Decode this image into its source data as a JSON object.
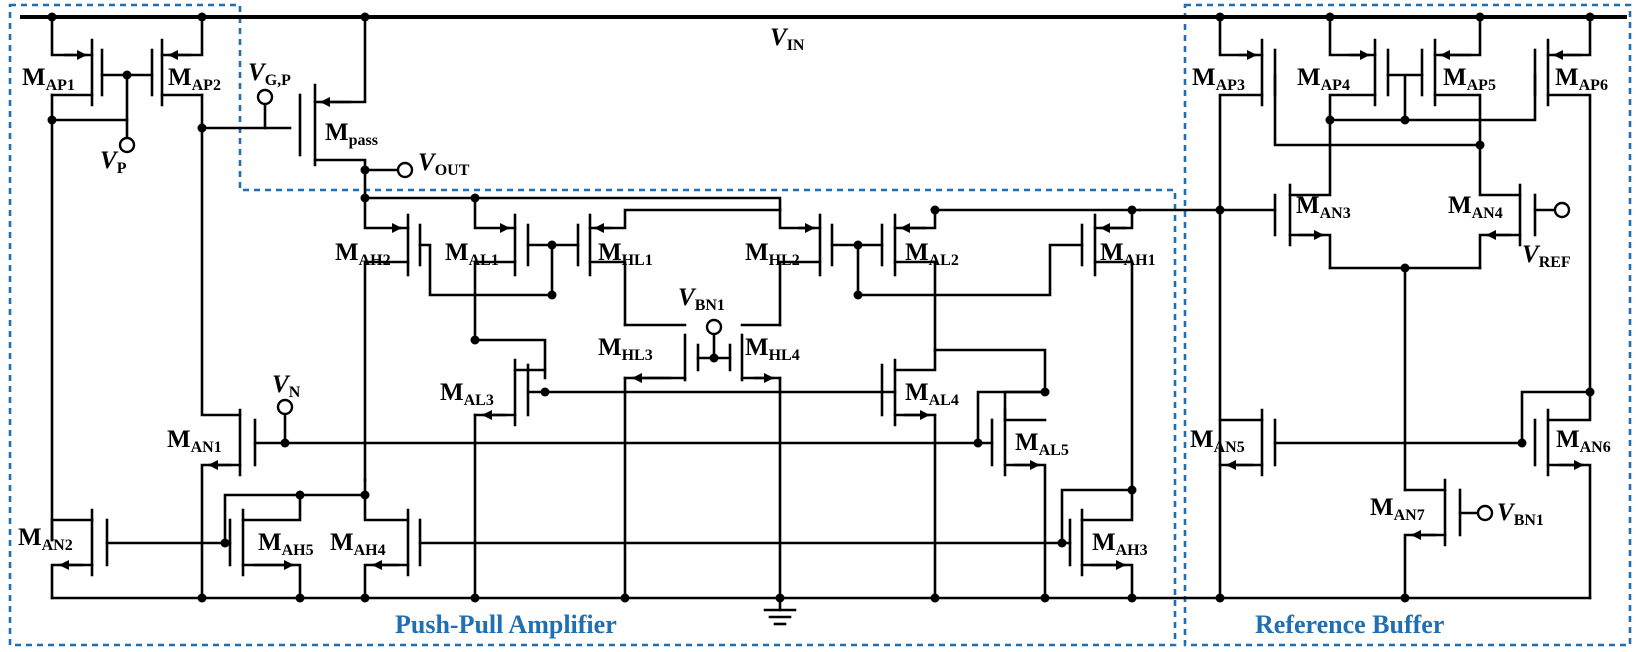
{
  "title": {
    "main": "V",
    "sub": "IN"
  },
  "sections": {
    "push_pull": "Push-Pull Amplifier",
    "reference": "Reference Buffer"
  },
  "colors": {
    "wire": "#000000",
    "section": "#1f6fb2"
  },
  "pins": {
    "vp": {
      "main": "V",
      "sub": "P"
    },
    "vgp": {
      "main": "V",
      "sub": "G,P"
    },
    "vout": {
      "main": "V",
      "sub": "OUT"
    },
    "vn": {
      "main": "V",
      "sub": "N"
    },
    "vbn1_top": {
      "main": "V",
      "sub": "BN1"
    },
    "vref": {
      "main": "V",
      "sub": "REF"
    },
    "vbn1_right": {
      "main": "V",
      "sub": "BN1"
    }
  },
  "transistors": {
    "map1": {
      "main": "M",
      "sub": "AP1"
    },
    "map2": {
      "main": "M",
      "sub": "AP2"
    },
    "mpass": {
      "main": "M",
      "sub": "pass"
    },
    "mah2": {
      "main": "M",
      "sub": "AH2"
    },
    "mal1": {
      "main": "M",
      "sub": "AL1"
    },
    "mhl1": {
      "main": "M",
      "sub": "HL1"
    },
    "mhl2": {
      "main": "M",
      "sub": "HL2"
    },
    "mal2": {
      "main": "M",
      "sub": "AL2"
    },
    "mah1": {
      "main": "M",
      "sub": "AH1"
    },
    "mhl3": {
      "main": "M",
      "sub": "HL3"
    },
    "mhl4": {
      "main": "M",
      "sub": "HL4"
    },
    "mal3": {
      "main": "M",
      "sub": "AL3"
    },
    "mal4": {
      "main": "M",
      "sub": "AL4"
    },
    "mal5": {
      "main": "M",
      "sub": "AL5"
    },
    "man1": {
      "main": "M",
      "sub": "AN1"
    },
    "man2": {
      "main": "M",
      "sub": "AN2"
    },
    "mah5": {
      "main": "M",
      "sub": "AH5"
    },
    "mah4": {
      "main": "M",
      "sub": "AH4"
    },
    "mah3": {
      "main": "M",
      "sub": "AH3"
    },
    "map3": {
      "main": "M",
      "sub": "AP3"
    },
    "map4": {
      "main": "M",
      "sub": "AP4"
    },
    "map5": {
      "main": "M",
      "sub": "AP5"
    },
    "map6": {
      "main": "M",
      "sub": "AP6"
    },
    "man3": {
      "main": "M",
      "sub": "AN3"
    },
    "man4": {
      "main": "M",
      "sub": "AN4"
    },
    "man5": {
      "main": "M",
      "sub": "AN5"
    },
    "man6": {
      "main": "M",
      "sub": "AN6"
    },
    "man7": {
      "main": "M",
      "sub": "AN7"
    }
  }
}
